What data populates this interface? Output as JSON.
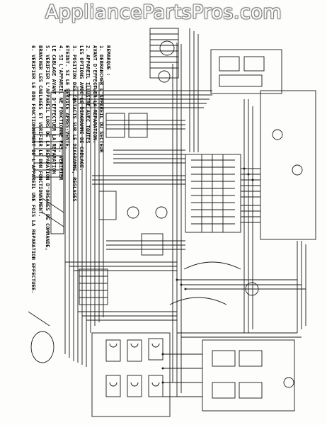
{
  "watermark": "AppliancePartsPros.com",
  "notes": {
    "heading": "REMARQUE :",
    "lines": [
      "1. DEBRANCHER L'APPAREIL DU SECTEUR",
      "   AVANT D'EFFECTUER LA REPARATION.",
      "2. APPAREIL ILLUSTRE AVEC TOUTES",
      "   LES OPTIONS AVEC LE DIAGRAMME DE CABLAGE.",
      "3. POSITION DES CONTACTS SUR LE DIAGRAMME, REGLAGES",
      "   ETEINT. SI LE SERVICE APRES-VENTE,",
      "4. SI L'APPAREIL NE FONCTIONNE PAS, VERIFIER",
      "   LE CABLAGE AVANT D'EFFECTUER LA REPARATION",
      "5. VERIFIER L'APPAREIL LORS DE LA REPARATION D'ORGANES DE COMMANDE,",
      "   BRANCHER LES CABLAGES ET VERIFIER LE BON FONCTIONNEMENT.",
      "6. VERIFIER LE BON FONCTIONNEMENT DE L'APPAREIL UNE FOIS LA REPARATION EFFECTUEE."
    ]
  }
}
